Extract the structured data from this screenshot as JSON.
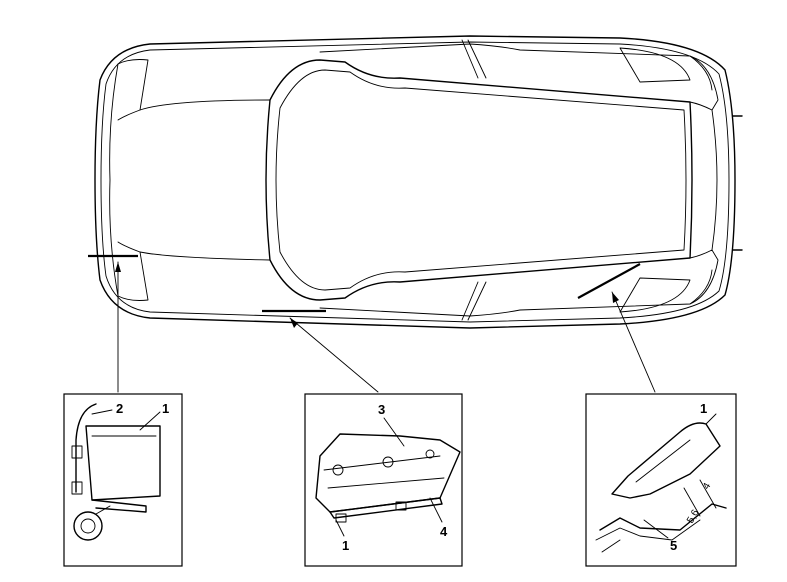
{
  "detail_left": {
    "callout_1": "1",
    "callout_2": "2"
  },
  "detail_middle": {
    "callout_3": "3",
    "callout_4": "4",
    "callout_1": "1"
  },
  "detail_right": {
    "callout_1": "1",
    "callout_5": "5",
    "dim_4": "4",
    "dim_56": "5,6"
  }
}
